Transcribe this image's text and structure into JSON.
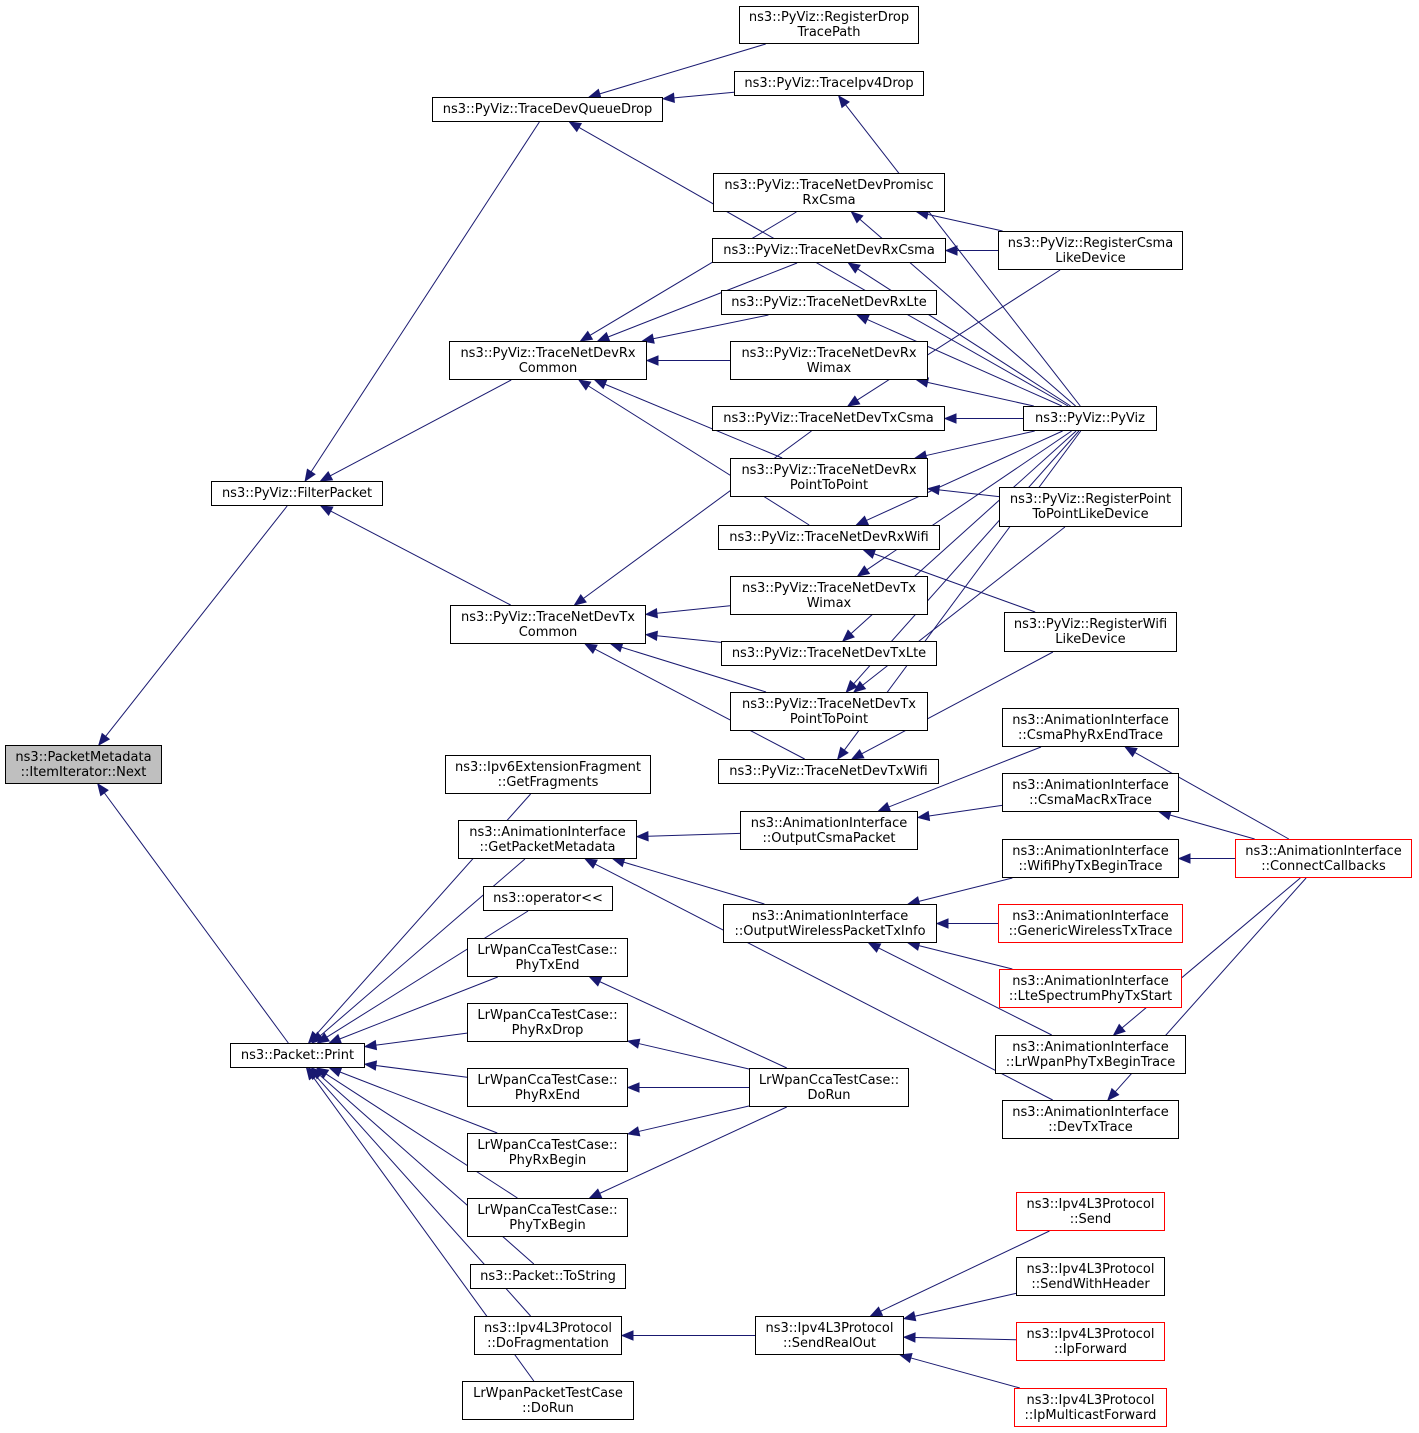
{
  "colors": {
    "edge": "#191970",
    "border": "#000000",
    "truncated_border": "#ff0000",
    "focus_fill": "#bfbfbf"
  },
  "nodes": {
    "next": {
      "l1": "ns3::PacketMetadata",
      "l2": "::ItemIterator::Next"
    },
    "filter_packet": {
      "l1": "ns3::PyViz::FilterPacket"
    },
    "packet_print": {
      "l1": "ns3::Packet::Print"
    },
    "trace_dev_queue_drop": {
      "l1": "ns3::PyViz::TraceDevQueueDrop"
    },
    "rx_common": {
      "l1": "ns3::PyViz::TraceNetDevRx",
      "l2": "Common"
    },
    "tx_common": {
      "l1": "ns3::PyViz::TraceNetDevTx",
      "l2": "Common"
    },
    "register_drop_trace_path": {
      "l1": "ns3::PyViz::RegisterDrop",
      "l2": "TracePath"
    },
    "trace_ipv4_drop": {
      "l1": "ns3::PyViz::TraceIpv4Drop"
    },
    "rx_promisc_csma": {
      "l1": "ns3::PyViz::TraceNetDevPromisc",
      "l2": "RxCsma"
    },
    "rx_csma": {
      "l1": "ns3::PyViz::TraceNetDevRxCsma"
    },
    "rx_lte": {
      "l1": "ns3::PyViz::TraceNetDevRxLte"
    },
    "rx_wimax": {
      "l1": "ns3::PyViz::TraceNetDevRx",
      "l2": "Wimax"
    },
    "tx_csma": {
      "l1": "ns3::PyViz::TraceNetDevTxCsma"
    },
    "rx_p2p": {
      "l1": "ns3::PyViz::TraceNetDevRx",
      "l2": "PointToPoint"
    },
    "rx_wifi": {
      "l1": "ns3::PyViz::TraceNetDevRxWifi"
    },
    "tx_wimax": {
      "l1": "ns3::PyViz::TraceNetDevTx",
      "l2": "Wimax"
    },
    "tx_lte": {
      "l1": "ns3::PyViz::TraceNetDevTxLte"
    },
    "tx_p2p": {
      "l1": "ns3::PyViz::TraceNetDevTx",
      "l2": "PointToPoint"
    },
    "tx_wifi": {
      "l1": "ns3::PyViz::TraceNetDevTxWifi"
    },
    "register_csma": {
      "l1": "ns3::PyViz::RegisterCsma",
      "l2": "LikeDevice"
    },
    "pyviz": {
      "l1": "ns3::PyViz::PyViz"
    },
    "register_p2p": {
      "l1": "ns3::PyViz::RegisterPoint",
      "l2": "ToPointLikeDevice"
    },
    "register_wifi": {
      "l1": "ns3::PyViz::RegisterWifi",
      "l2": "LikeDevice"
    },
    "get_fragments": {
      "l1": "ns3::Ipv6ExtensionFragment",
      "l2": "::GetFragments"
    },
    "get_packet_metadata": {
      "l1": "ns3::AnimationInterface",
      "l2": "::GetPacketMetadata"
    },
    "operator_ll": {
      "l1": "ns3::operator<<"
    },
    "phy_tx_end": {
      "l1": "LrWpanCcaTestCase::",
      "l2": "PhyTxEnd"
    },
    "phy_rx_drop": {
      "l1": "LrWpanCcaTestCase::",
      "l2": "PhyRxDrop"
    },
    "phy_rx_end": {
      "l1": "LrWpanCcaTestCase::",
      "l2": "PhyRxEnd"
    },
    "phy_rx_begin": {
      "l1": "LrWpanCcaTestCase::",
      "l2": "PhyRxBegin"
    },
    "phy_tx_begin": {
      "l1": "LrWpanCcaTestCase::",
      "l2": "PhyTxBegin"
    },
    "to_string": {
      "l1": "ns3::Packet::ToString"
    },
    "do_fragmentation": {
      "l1": "ns3::Ipv4L3Protocol",
      "l2": "::DoFragmentation"
    },
    "lrwpan_packet_do_run": {
      "l1": "LrWpanPacketTestCase",
      "l2": "::DoRun"
    },
    "output_csma_packet": {
      "l1": "ns3::AnimationInterface",
      "l2": "::OutputCsmaPacket"
    },
    "output_wireless": {
      "l1": "ns3::AnimationInterface",
      "l2": "::OutputWirelessPacketTxInfo"
    },
    "cca_do_run": {
      "l1": "LrWpanCcaTestCase::",
      "l2": "DoRun"
    },
    "send_real_out": {
      "l1": "ns3::Ipv4L3Protocol",
      "l2": "::SendRealOut"
    },
    "csma_phy_rx_end": {
      "l1": "ns3::AnimationInterface",
      "l2": "::CsmaPhyRxEndTrace"
    },
    "csma_mac_rx": {
      "l1": "ns3::AnimationInterface",
      "l2": "::CsmaMacRxTrace"
    },
    "wifi_phy_tx_begin": {
      "l1": "ns3::AnimationInterface",
      "l2": "::WifiPhyTxBeginTrace"
    },
    "generic_wireless": {
      "l1": "ns3::AnimationInterface",
      "l2": "::GenericWirelessTxTrace"
    },
    "lte_spectrum": {
      "l1": "ns3::AnimationInterface",
      "l2": "::LteSpectrumPhyTxStart"
    },
    "lrwpan_phy_tx_begin": {
      "l1": "ns3::AnimationInterface",
      "l2": "::LrWpanPhyTxBeginTrace"
    },
    "dev_tx_trace": {
      "l1": "ns3::AnimationInterface",
      "l2": "::DevTxTrace"
    },
    "connect_callbacks": {
      "l1": "ns3::AnimationInterface",
      "l2": "::ConnectCallbacks"
    },
    "ipv4_send": {
      "l1": "ns3::Ipv4L3Protocol",
      "l2": "::Send"
    },
    "send_with_header": {
      "l1": "ns3::Ipv4L3Protocol",
      "l2": "::SendWithHeader"
    },
    "ip_forward": {
      "l1": "ns3::Ipv4L3Protocol",
      "l2": "::IpForward"
    },
    "ip_multicast_forward": {
      "l1": "ns3::Ipv4L3Protocol",
      "l2": "::IpMulticastForward"
    }
  },
  "edges": [
    [
      "filter_packet",
      "next"
    ],
    [
      "packet_print",
      "next"
    ],
    [
      "trace_dev_queue_drop",
      "filter_packet"
    ],
    [
      "rx_common",
      "filter_packet"
    ],
    [
      "tx_common",
      "filter_packet"
    ],
    [
      "register_drop_trace_path",
      "trace_dev_queue_drop"
    ],
    [
      "trace_ipv4_drop",
      "trace_dev_queue_drop"
    ],
    [
      "pyviz",
      "trace_dev_queue_drop"
    ],
    [
      "pyviz",
      "trace_ipv4_drop"
    ],
    [
      "rx_promisc_csma",
      "rx_common"
    ],
    [
      "rx_csma",
      "rx_common"
    ],
    [
      "rx_lte",
      "rx_common"
    ],
    [
      "rx_wimax",
      "rx_common"
    ],
    [
      "rx_p2p",
      "rx_common"
    ],
    [
      "rx_wifi",
      "rx_common"
    ],
    [
      "tx_csma",
      "tx_common"
    ],
    [
      "tx_wimax",
      "tx_common"
    ],
    [
      "tx_lte",
      "tx_common"
    ],
    [
      "tx_p2p",
      "tx_common"
    ],
    [
      "tx_wifi",
      "tx_common"
    ],
    [
      "register_csma",
      "rx_promisc_csma"
    ],
    [
      "pyviz",
      "rx_promisc_csma"
    ],
    [
      "register_csma",
      "rx_csma"
    ],
    [
      "pyviz",
      "rx_csma"
    ],
    [
      "pyviz",
      "rx_lte"
    ],
    [
      "pyviz",
      "rx_wimax"
    ],
    [
      "register_csma",
      "tx_csma"
    ],
    [
      "pyviz",
      "tx_csma"
    ],
    [
      "register_p2p",
      "rx_p2p"
    ],
    [
      "pyviz",
      "rx_p2p"
    ],
    [
      "register_wifi",
      "rx_wifi"
    ],
    [
      "pyviz",
      "rx_wifi"
    ],
    [
      "pyviz",
      "tx_wimax"
    ],
    [
      "pyviz",
      "tx_lte"
    ],
    [
      "register_p2p",
      "tx_p2p"
    ],
    [
      "pyviz",
      "tx_p2p"
    ],
    [
      "register_wifi",
      "tx_wifi"
    ],
    [
      "pyviz",
      "tx_wifi"
    ],
    [
      "get_fragments",
      "packet_print"
    ],
    [
      "get_packet_metadata",
      "packet_print"
    ],
    [
      "operator_ll",
      "packet_print"
    ],
    [
      "phy_tx_end",
      "packet_print"
    ],
    [
      "phy_rx_drop",
      "packet_print"
    ],
    [
      "phy_rx_end",
      "packet_print"
    ],
    [
      "phy_rx_begin",
      "packet_print"
    ],
    [
      "phy_tx_begin",
      "packet_print"
    ],
    [
      "to_string",
      "packet_print"
    ],
    [
      "do_fragmentation",
      "packet_print"
    ],
    [
      "lrwpan_packet_do_run",
      "packet_print"
    ],
    [
      "output_csma_packet",
      "get_packet_metadata"
    ],
    [
      "output_wireless",
      "get_packet_metadata"
    ],
    [
      "dev_tx_trace",
      "get_packet_metadata"
    ],
    [
      "cca_do_run",
      "phy_tx_end"
    ],
    [
      "cca_do_run",
      "phy_rx_drop"
    ],
    [
      "cca_do_run",
      "phy_rx_end"
    ],
    [
      "cca_do_run",
      "phy_rx_begin"
    ],
    [
      "cca_do_run",
      "phy_tx_begin"
    ],
    [
      "send_real_out",
      "do_fragmentation"
    ],
    [
      "csma_phy_rx_end",
      "output_csma_packet"
    ],
    [
      "csma_mac_rx",
      "output_csma_packet"
    ],
    [
      "wifi_phy_tx_begin",
      "output_wireless"
    ],
    [
      "generic_wireless",
      "output_wireless"
    ],
    [
      "lte_spectrum",
      "output_wireless"
    ],
    [
      "lrwpan_phy_tx_begin",
      "output_wireless"
    ],
    [
      "connect_callbacks",
      "csma_phy_rx_end"
    ],
    [
      "connect_callbacks",
      "csma_mac_rx"
    ],
    [
      "connect_callbacks",
      "wifi_phy_tx_begin"
    ],
    [
      "connect_callbacks",
      "lrwpan_phy_tx_begin"
    ],
    [
      "connect_callbacks",
      "dev_tx_trace"
    ],
    [
      "ipv4_send",
      "send_real_out"
    ],
    [
      "send_with_header",
      "send_real_out"
    ],
    [
      "ip_forward",
      "send_real_out"
    ],
    [
      "ip_multicast_forward",
      "send_real_out"
    ]
  ]
}
